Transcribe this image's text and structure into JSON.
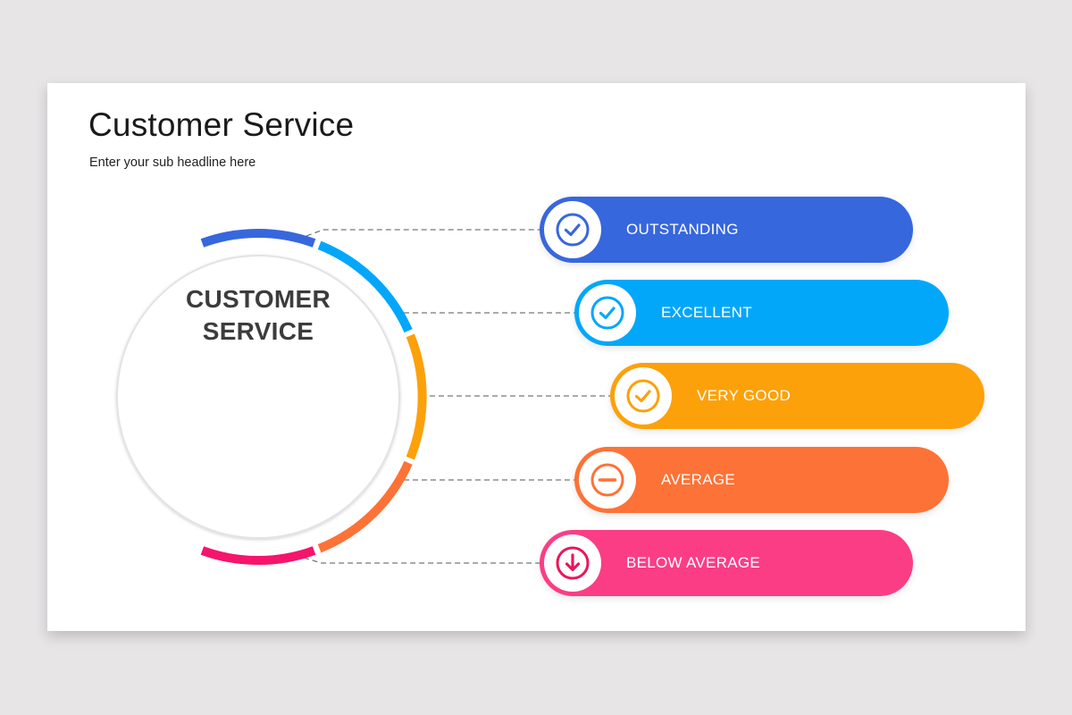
{
  "slide": {
    "title": "Customer Service",
    "subtitle": "Enter your sub headline here"
  },
  "hub": {
    "line1": "CUSTOMER",
    "line2": "SERVICE"
  },
  "levels": [
    {
      "label": "OUTSTANDING",
      "icon": "check-circle-icon",
      "color": "#3767dd"
    },
    {
      "label": "EXCELLENT",
      "icon": "check-circle-icon",
      "color": "#03a7fa"
    },
    {
      "label": "VERY GOOD",
      "icon": "check-circle-icon",
      "color": "#fca10a"
    },
    {
      "label": "AVERAGE",
      "icon": "minus-circle-icon",
      "color": "#fd7236"
    },
    {
      "label": "BELOW AVERAGE",
      "icon": "arrow-down-circle-icon",
      "color": "#fb3d86"
    }
  ],
  "arc_colors": [
    "#3767dd",
    "#03a7fa",
    "#fca10a",
    "#fd7236",
    "#f5156c"
  ]
}
